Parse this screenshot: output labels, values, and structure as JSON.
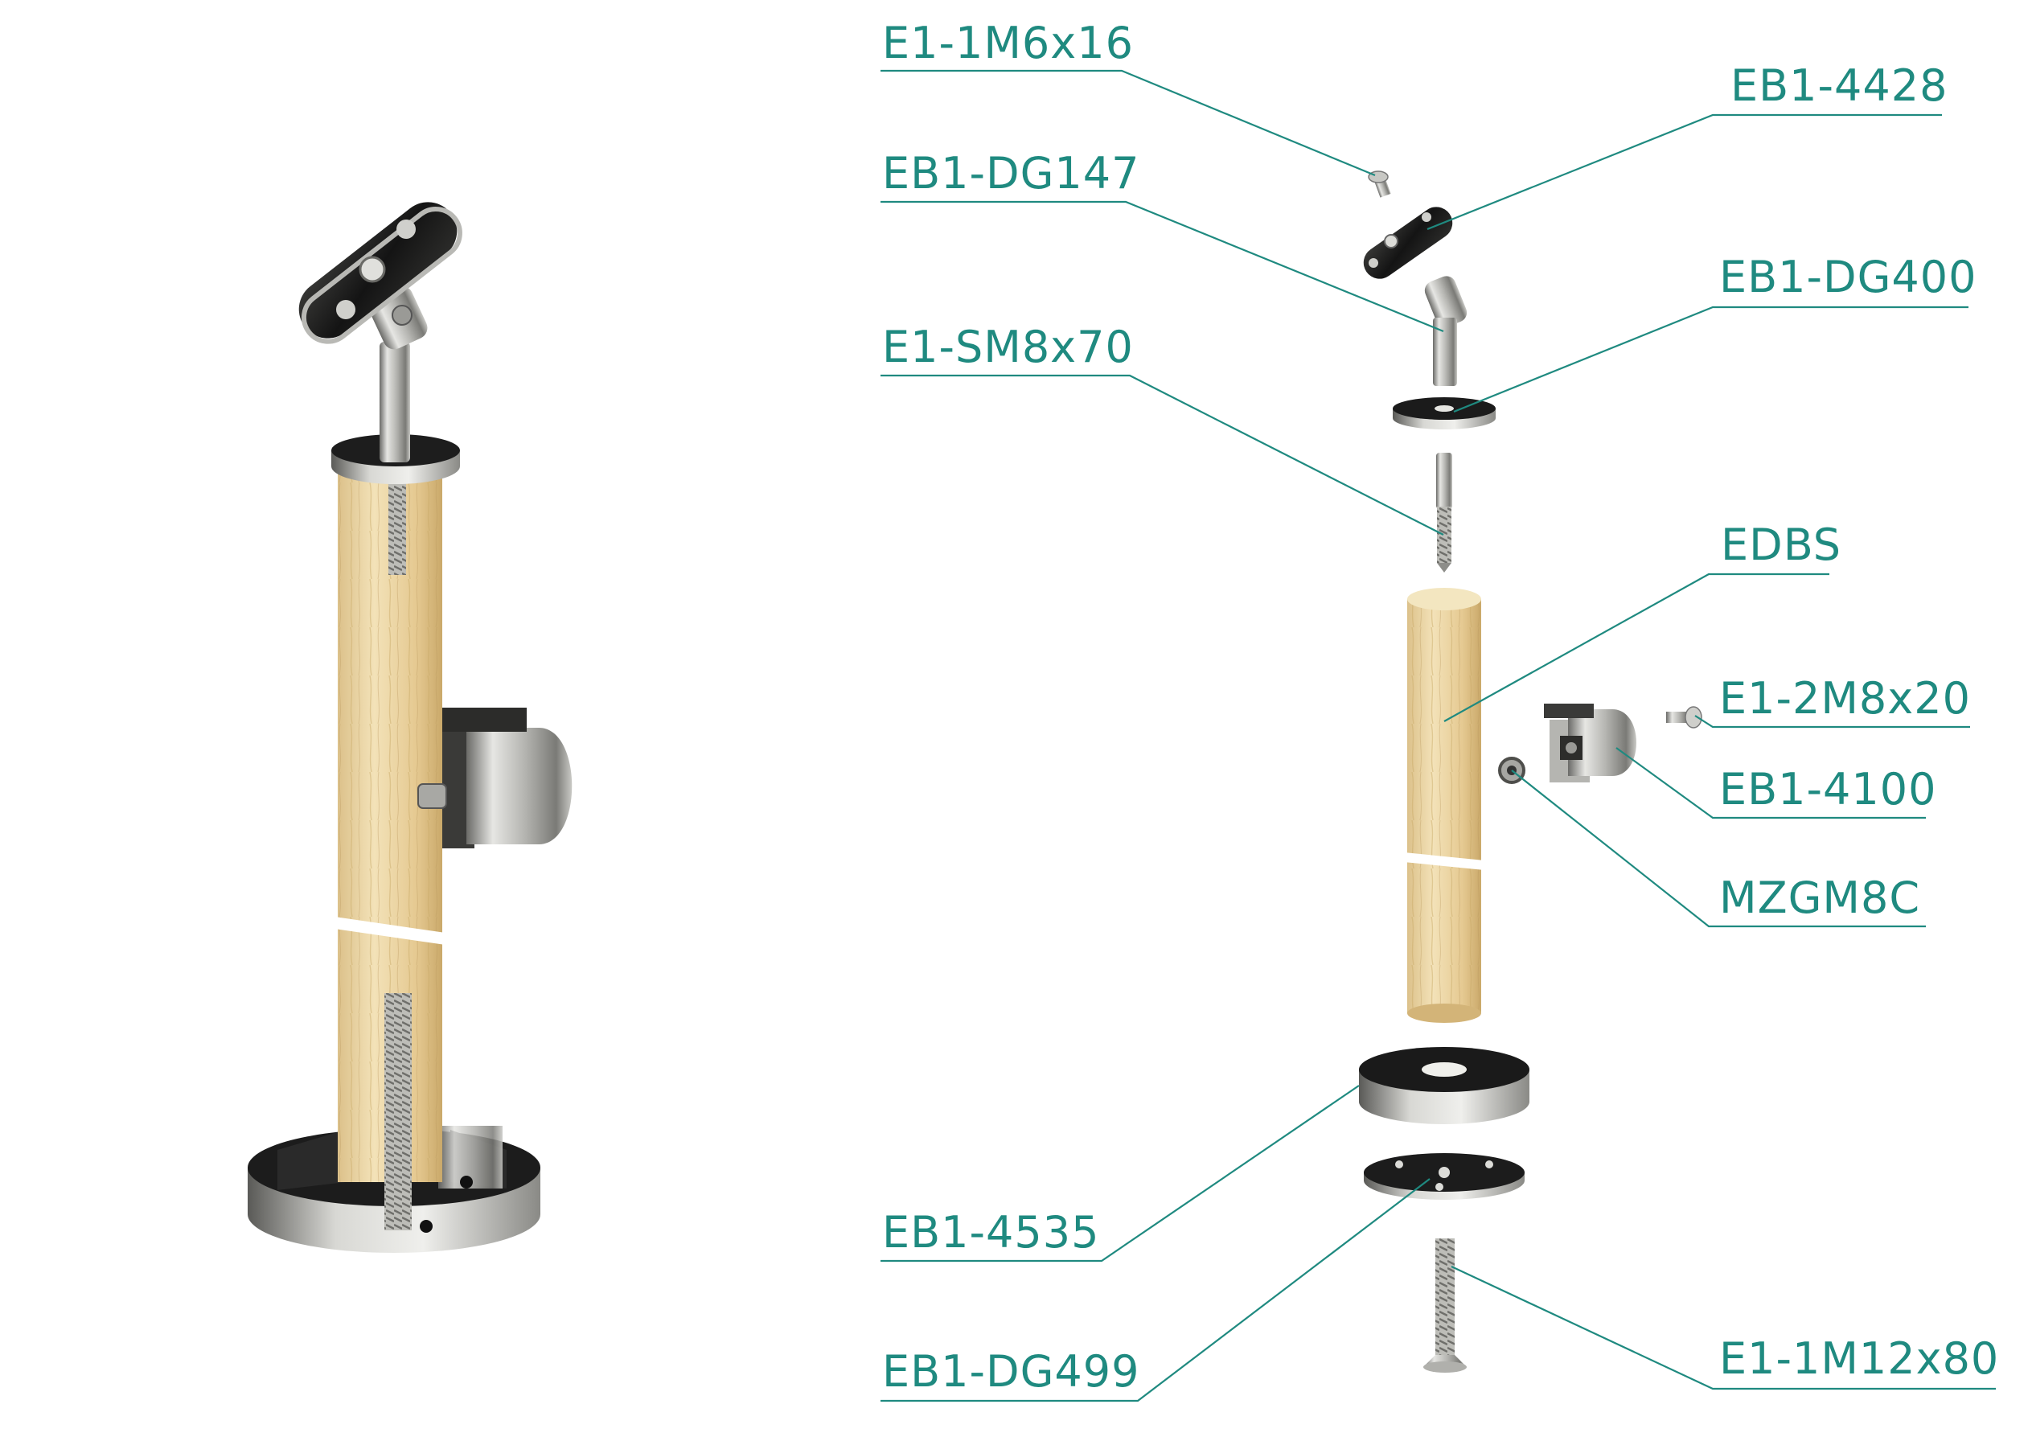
{
  "colors": {
    "label": "#1f8a80",
    "leader": "#1f8a80",
    "steel_light": "#d9d9d6",
    "steel_mid": "#a8a8a4",
    "steel_dark": "#5d5d5a",
    "steel_black": "#222222",
    "wood_light": "#f1deb0",
    "wood_mid": "#e3c68a",
    "wood_dark": "#c9a866"
  },
  "parts": [
    {
      "id": "e1-1m6x16",
      "code": "E1-1M6x16",
      "icon": "screw-icon"
    },
    {
      "id": "eb1-4428",
      "code": "EB1-4428",
      "icon": "handrail-saddle-icon"
    },
    {
      "id": "eb1-dg147",
      "code": "EB1-DG147",
      "icon": "adjustable-joint-icon"
    },
    {
      "id": "eb1-dg400",
      "code": "EB1-DG400",
      "icon": "cap-disc-icon"
    },
    {
      "id": "e1-sm8x70",
      "code": "E1-SM8x70",
      "icon": "hanger-bolt-icon"
    },
    {
      "id": "edbs",
      "code": "EDBS",
      "icon": "wooden-post-icon"
    },
    {
      "id": "e1-2m8x20",
      "code": "E1-2M8x20",
      "icon": "screw-icon"
    },
    {
      "id": "eb1-4100",
      "code": "EB1-4100",
      "icon": "glass-clamp-icon"
    },
    {
      "id": "mzgm8c",
      "code": "MZGM8C",
      "icon": "threaded-insert-icon"
    },
    {
      "id": "eb1-4535",
      "code": "EB1-4535",
      "icon": "base-flange-icon"
    },
    {
      "id": "eb1-dg499",
      "code": "EB1-DG499",
      "icon": "base-plate-icon"
    },
    {
      "id": "e1-1m12x80",
      "code": "E1-1M12x80",
      "icon": "countersunk-bolt-icon"
    }
  ]
}
